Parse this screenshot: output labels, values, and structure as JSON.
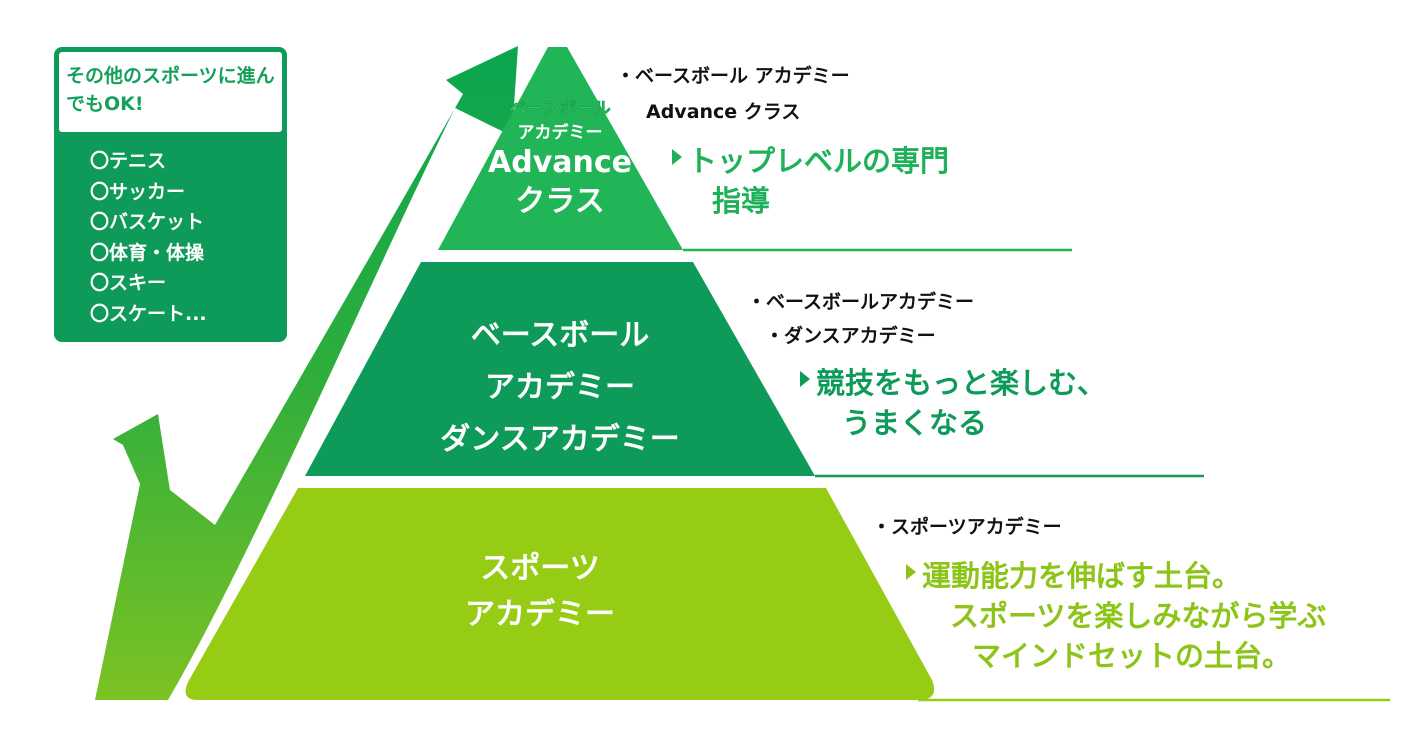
{
  "colors": {
    "top_tier": "#21b558",
    "mid_tier": "#0e9a59",
    "bottom_tier": "#96cc14",
    "arrow": "#1aa84b",
    "box": "#0e9a59"
  },
  "side_box": {
    "title": "その他のスポーツに進んでもOK!",
    "items": [
      "〇テニス",
      "〇サッカー",
      "〇バスケット",
      "〇体育・体操",
      "〇スキー",
      "〇スケート..."
    ]
  },
  "tiers": [
    {
      "label_small": [
        "ベースボール",
        "アカデミー"
      ],
      "label_large": [
        "Advance",
        "クラス"
      ],
      "bullets": [
        "・ベースボール アカデミー",
        "Advance クラス"
      ],
      "highlight": [
        "トップレベルの専門",
        "指導"
      ]
    },
    {
      "label": [
        "ベースボール",
        "アカデミー",
        "ダンスアカデミー"
      ],
      "bullets": [
        "・ベースボールアカデミー",
        "・ダンスアカデミー"
      ],
      "highlight": [
        "競技をもっと楽しむ、",
        "うまくなる"
      ]
    },
    {
      "label": [
        "スポーツ",
        "アカデミー"
      ],
      "bullets": [
        "・スポーツアカデミー"
      ],
      "highlight": [
        "運動能力を伸ばす土台。",
        "スポーツを楽しみながら学ぶ",
        "マインドセットの土台。"
      ]
    }
  ]
}
